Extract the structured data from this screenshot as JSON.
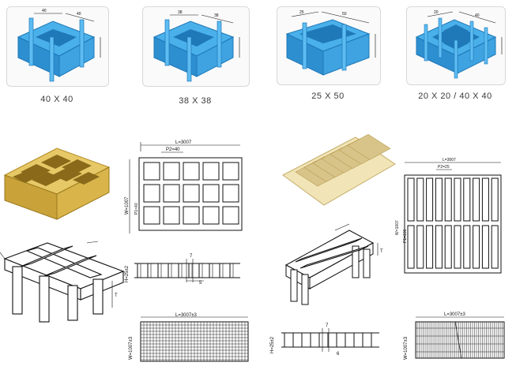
{
  "profiles": [
    {
      "caption": "40 X 40",
      "dim_a": "40",
      "dim_b": "40"
    },
    {
      "caption": "38 X 38",
      "dim_a": "38",
      "dim_b": "38"
    },
    {
      "caption": "25 X 50",
      "dim_a": "25",
      "dim_b": "50"
    },
    {
      "caption": "20 X 20 / 40 X 40",
      "dim_a": "20",
      "dim_b": "40"
    }
  ],
  "square_grating": {
    "plan_length": "L=3007",
    "plan_pitch": "P2=40",
    "plan_width": "W=1007",
    "plan_pitch_side": "P1=40",
    "section_height": "H=25±2",
    "section_top_thickness": "7",
    "section_bottom_thickness": "5",
    "full_length": "L=3007±3",
    "full_width": "W=1007±3",
    "iso_height": "T"
  },
  "rect_grating": {
    "plan_length": "L=3007",
    "plan_pitch": "P2=25",
    "plan_width": "W=1007",
    "plan_pitch_side": "P1=100",
    "section_height": "H=25±2",
    "section_top_thickness": "7",
    "section_bottom_thickness": "6",
    "full_length": "L=3007±3",
    "full_width": "W=1007±3",
    "iso_height": "T"
  },
  "colors": {
    "blue": "#3ea3e0",
    "blue_dark": "#1f78b8",
    "yellow": "#d9b84c",
    "cream": "#efe1b0"
  }
}
